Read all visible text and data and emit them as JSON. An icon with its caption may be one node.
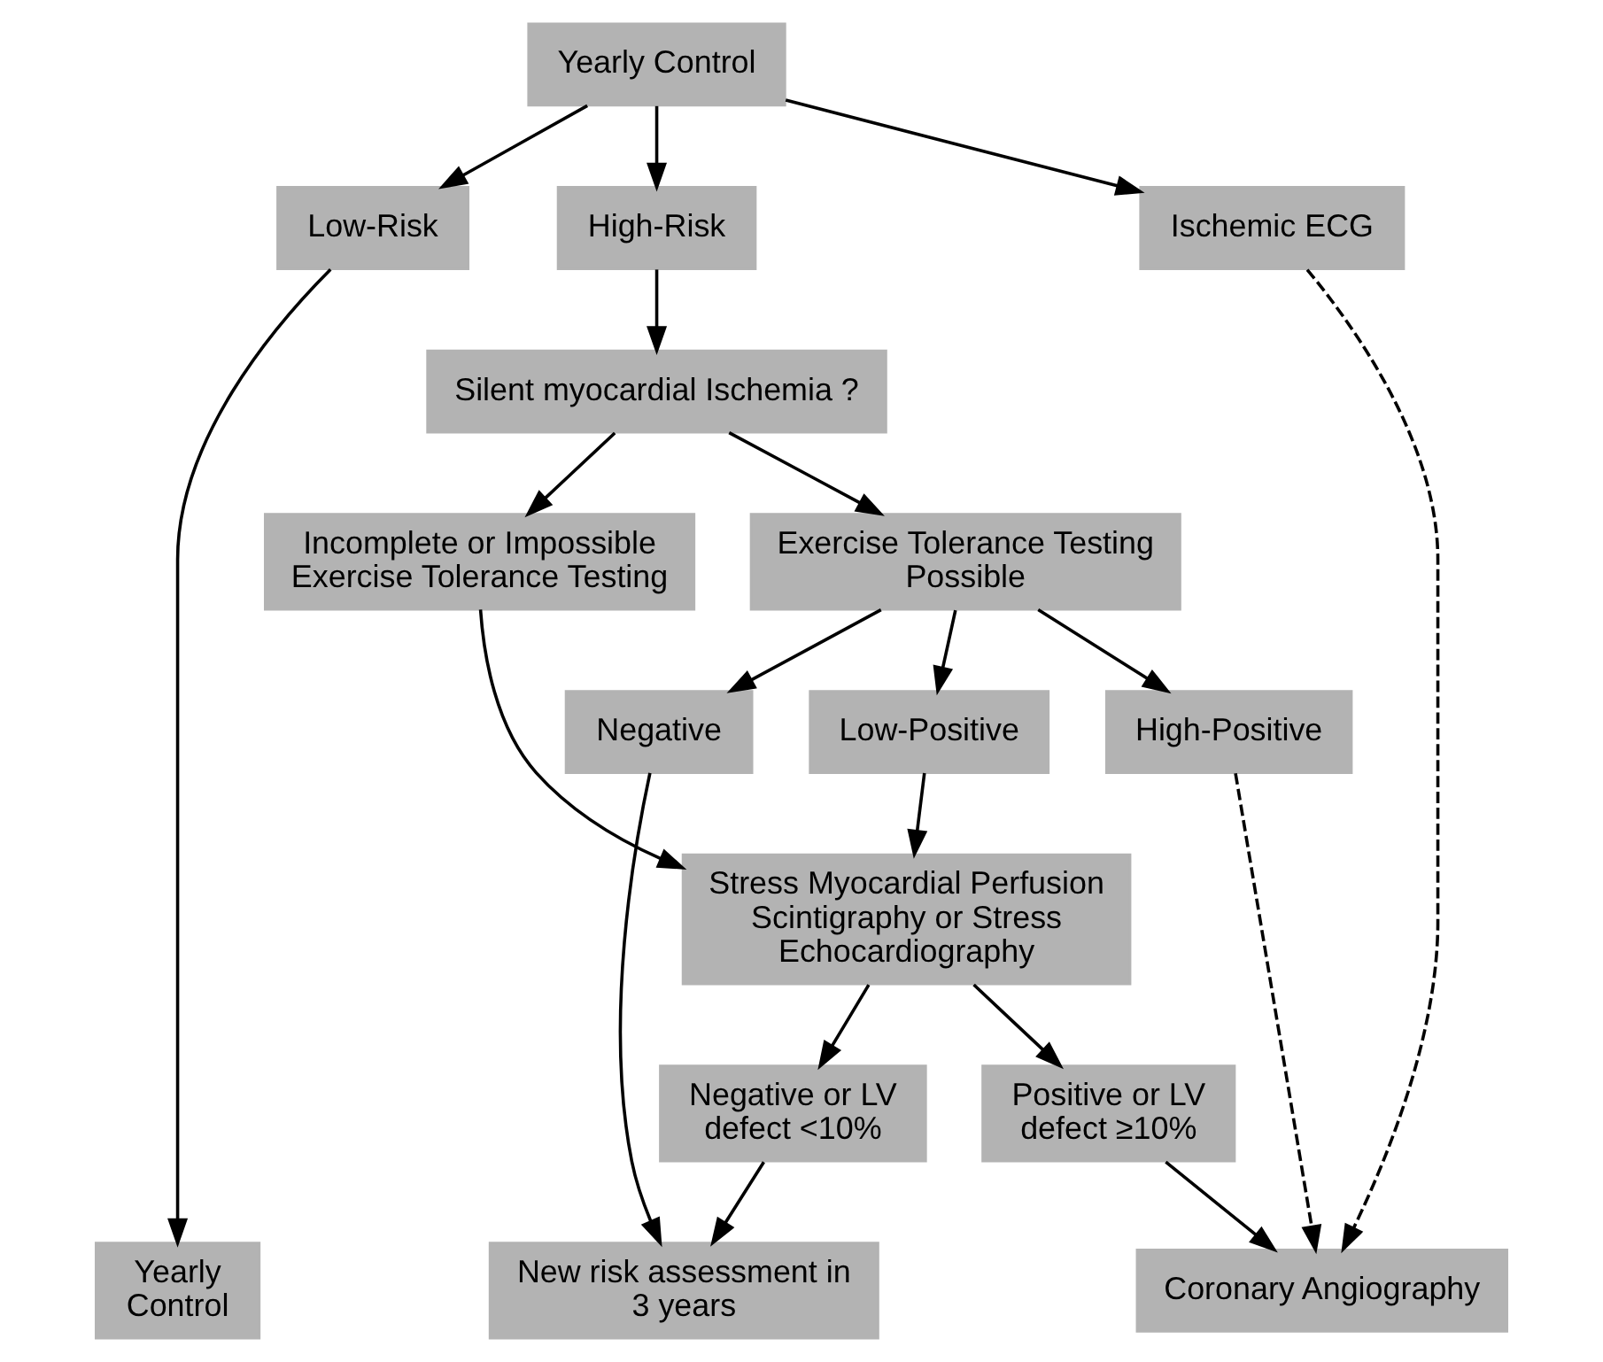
{
  "diagram": {
    "nodes": [
      {
        "text": [
          "Yearly Control"
        ]
      },
      {
        "text": [
          "Low-Risk"
        ]
      },
      {
        "text": [
          "High-Risk"
        ]
      },
      {
        "text": [
          "Ischemic ECG"
        ]
      },
      {
        "text": [
          "Silent myocardial Ischemia ?"
        ]
      },
      {
        "text": [
          "Exercise Tolerance Testing Possible"
        ]
      },
      {
        "text": [
          "Incomplete or Impossible Exercise Tolerance Testing"
        ]
      },
      {
        "text": [
          "Negative"
        ]
      },
      {
        "text": [
          "Low-Positive"
        ]
      },
      {
        "text": [
          "High-Positive"
        ]
      },
      {
        "text": [
          "Stress Myocardial Perfusion Scintigraphy or Stress Echocardiography"
        ]
      },
      {
        "text": [
          "Negative or LV defect <10%"
        ]
      },
      {
        "text": [
          "Positive or LV defect ≥10%"
        ]
      },
      {
        "text": [
          "Yearly Control"
        ]
      },
      {
        "text": [
          "New risk assessment in 3 years"
        ]
      },
      {
        "text": [
          "Coronary Angiography"
        ]
      }
    ],
    "edges": [
      {
        "from": 0,
        "to": 1,
        "arrow": "to"
      },
      {
        "from": 0,
        "to": 2,
        "arrow": "to"
      },
      {
        "from": 0,
        "to": 3,
        "arrow": "to"
      },
      {
        "from": 1,
        "to": 13,
        "arrow": "to"
      },
      {
        "from": 2,
        "to": 4,
        "arrow": "to"
      },
      {
        "from": 4,
        "to": 5,
        "arrow": "to"
      },
      {
        "from": 4,
        "to": 6,
        "arrow": "to"
      },
      {
        "from": 5,
        "to": 7,
        "arrow": "to"
      },
      {
        "from": 5,
        "to": 8,
        "arrow": "to"
      },
      {
        "from": 5,
        "to": 9,
        "arrow": "to"
      },
      {
        "from": 6,
        "to": 10,
        "arrow": "to"
      },
      {
        "from": 8,
        "to": 10,
        "arrow": "to"
      },
      {
        "from": 7,
        "to": 14,
        "arrow": "to"
      },
      {
        "from": 10,
        "to": 11,
        "arrow": "to"
      },
      {
        "from": 10,
        "to": 12,
        "arrow": "to"
      },
      {
        "from": 11,
        "to": 14,
        "arrow": "to"
      },
      {
        "from": 12,
        "to": 15,
        "arrow": "to"
      },
      {
        "from": 3,
        "to": 15,
        "arrow": "to",
        "style": "dashed"
      },
      {
        "from": 9,
        "to": 15,
        "arrow": "to",
        "style": "dashed"
      }
    ]
  }
}
